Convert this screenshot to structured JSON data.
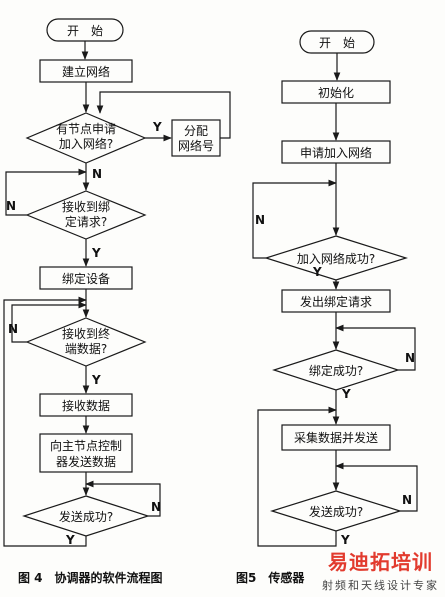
{
  "figure4": {
    "caption": "图 4　协调器的软件流程图",
    "start": "开　始",
    "create_network": "建立网络",
    "node_request": [
      "有节点申请",
      "加入网络?"
    ],
    "assign_address": [
      "分配",
      "网络号"
    ],
    "recv_bind": [
      "接收到绑",
      "定请求?"
    ],
    "bind_device": "绑定设备",
    "recv_terminal_data": [
      "接收到终",
      "端数据?"
    ],
    "receive_data": "接收数据",
    "send_to_master": [
      "向主节点控制",
      "器发送数据"
    ],
    "send_success": "发送成功?"
  },
  "figure5": {
    "caption": "图5　传感器",
    "start": "开　始",
    "initialize": "初始化",
    "apply_join": "申请加入网络",
    "join_success": "加入网络成功?",
    "send_bind_request": "发出绑定请求",
    "bind_success": "绑定成功?",
    "collect_send": "采集数据并发送",
    "send_success": "发送成功?"
  },
  "labels": {
    "yes": "Y",
    "no": "N"
  },
  "watermark": {
    "line1": "易迪拓培训",
    "line2": "射频和天线设计专家"
  },
  "colors": {
    "line": "#1a1a1a",
    "watermark_red": "#e23b2e",
    "watermark_dark": "#444444"
  }
}
